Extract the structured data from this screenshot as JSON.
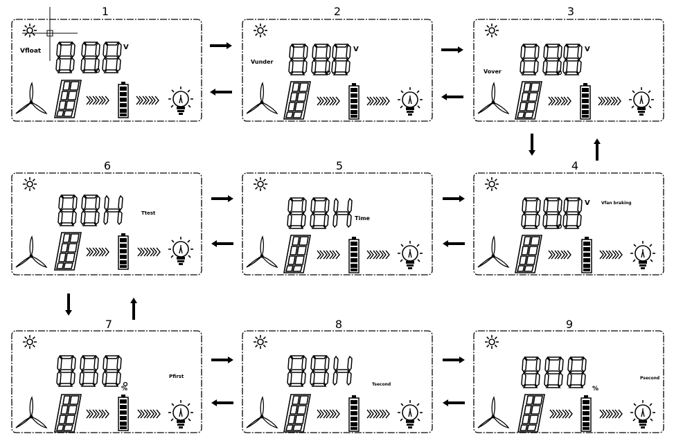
{
  "screens": [
    {
      "number": "1",
      "digits": "88.8",
      "unit": "V",
      "label": "Vfloat"
    },
    {
      "number": "2",
      "digits": "88.8",
      "unit": "V",
      "label": "Vunder"
    },
    {
      "number": "3",
      "digits": "88.8",
      "unit": "V",
      "label": "Vover"
    },
    {
      "number": "4",
      "digits": "88.8",
      "unit": "V",
      "label": "Vfan braking"
    },
    {
      "number": "5",
      "digits": "88H",
      "unit": "",
      "label": "Time"
    },
    {
      "number": "6",
      "digits": "88H",
      "unit": "",
      "label": "Ttest"
    },
    {
      "number": "7",
      "digits": "888",
      "unit": "%",
      "label": "Pfirst"
    },
    {
      "number": "8",
      "digits": "88H",
      "unit": "",
      "label": "Tsecond"
    },
    {
      "number": "9",
      "digits": "888",
      "unit": "%",
      "label": "Psecond"
    }
  ],
  "arrows": [
    {
      "between": [
        "1",
        "2"
      ],
      "forward": "right",
      "back": "left"
    },
    {
      "between": [
        "2",
        "3"
      ],
      "forward": "right",
      "back": "left"
    },
    {
      "between": [
        "3",
        "4"
      ],
      "forward": "down",
      "back": "up"
    },
    {
      "between": [
        "4",
        "5"
      ],
      "forward": "left",
      "back": "right"
    },
    {
      "between": [
        "5",
        "6"
      ],
      "forward": "left",
      "back": "right"
    },
    {
      "between": [
        "6",
        "7"
      ],
      "forward": "down",
      "back": "up"
    },
    {
      "between": [
        "7",
        "8"
      ],
      "forward": "right",
      "back": "left"
    },
    {
      "between": [
        "8",
        "9"
      ],
      "forward": "right",
      "back": "left"
    }
  ],
  "icons": [
    "sun-icon",
    "wind-turbine-icon",
    "solar-panel-icon",
    "flow-chevrons-icon",
    "battery-icon",
    "light-bulb-icon"
  ]
}
